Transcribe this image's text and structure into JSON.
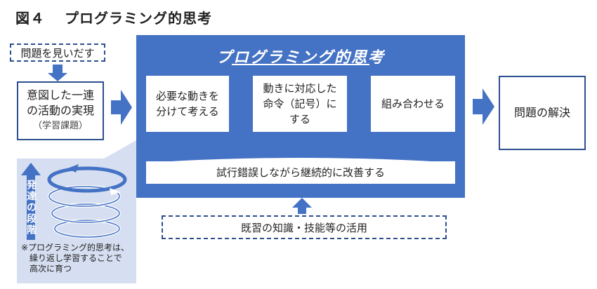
{
  "figure": {
    "number": "図４",
    "title": "プログラミング的思考"
  },
  "left": {
    "find_problem": "問題を見いだす",
    "intent_lines": [
      "意図した一連",
      "の活動の実現"
    ],
    "intent_sub": "（学習課題）"
  },
  "panel": {
    "title": "プログラミング的思考",
    "step1": [
      "必要な動きを",
      "分けて考える"
    ],
    "step2": [
      "動きに対応した",
      "命令（記号）に",
      "する"
    ],
    "step3": "組み合わせる",
    "trial": "試行錯誤しながら継続的に改善する"
  },
  "right": {
    "solution": "問題の解決"
  },
  "bottom": {
    "knowledge": "既習の知識・技能等の活用"
  },
  "inset": {
    "vertical_label": "発達の段階",
    "note_lines": [
      "※プログラミング的思考は、",
      "繰り返し学習することで",
      "高次に育つ"
    ]
  },
  "colors": {
    "panel_blue": "#4472c4",
    "dark_blue": "#2d4f8f",
    "inset_bg": "#d6dff1"
  }
}
